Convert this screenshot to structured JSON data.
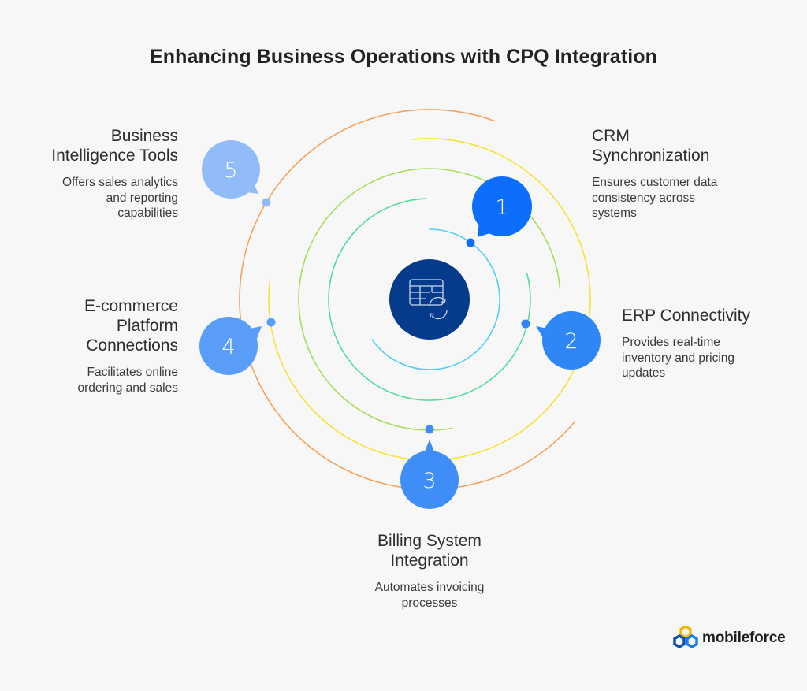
{
  "title": "Enhancing Business Operations with CPQ Integration",
  "center_icon": "table-sync-icon",
  "colors": {
    "background": "#f7f7f7",
    "center_circle": "#063b8c",
    "arc_cyan": "#4fcff2",
    "arc_teal": "#52dd9a",
    "arc_lime": "#a9dc5a",
    "arc_yellow": "#f7e23a",
    "arc_orange": "#f5a25c"
  },
  "items": [
    {
      "number": "1",
      "heading": "CRM Synchronization",
      "heading_lines": [
        "CRM",
        "Synchronization"
      ],
      "description_lines": [
        "Ensures customer data",
        "consistency across",
        "systems"
      ],
      "color": "#0d6efd"
    },
    {
      "number": "2",
      "heading": "ERP Connectivity",
      "heading_lines": [
        "ERP Connectivity"
      ],
      "description_lines": [
        "Provides real-time",
        "inventory and pricing",
        "updates"
      ],
      "color": "#2f86f7"
    },
    {
      "number": "3",
      "heading": "Billing System Integration",
      "heading_lines": [
        "Billing System",
        "Integration"
      ],
      "description_lines": [
        "Automates invoicing",
        "processes"
      ],
      "color": "#3f8ef8"
    },
    {
      "number": "4",
      "heading": "E-commerce Platform Connections",
      "heading_lines": [
        "E-commerce",
        "Platform",
        "Connections"
      ],
      "description_lines": [
        "Facilitates online",
        "ordering and sales"
      ],
      "color": "#5a9df8"
    },
    {
      "number": "5",
      "heading": "Business Intelligence Tools",
      "heading_lines": [
        "Business",
        "Intelligence Tools"
      ],
      "description_lines": [
        "Offers sales analytics",
        "and reporting",
        "capabilities"
      ],
      "color": "#91bcf9"
    }
  ],
  "brand": {
    "name": "mobileforce",
    "logo_icon": "hexagon-chain-logo-icon"
  }
}
